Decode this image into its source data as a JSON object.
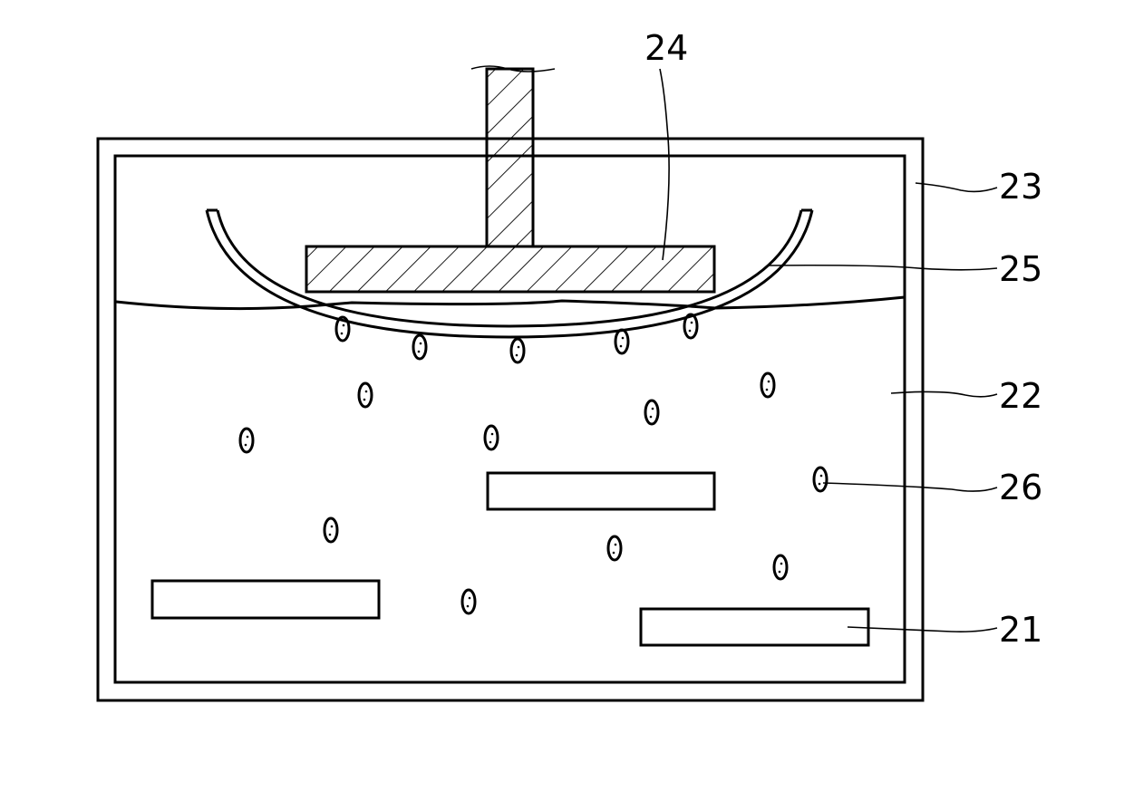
{
  "figure": {
    "labels": {
      "container_outer": "23",
      "holder": "24",
      "curved_plate": "25",
      "liquid": "22",
      "particle": "26",
      "substrate": "21"
    }
  }
}
